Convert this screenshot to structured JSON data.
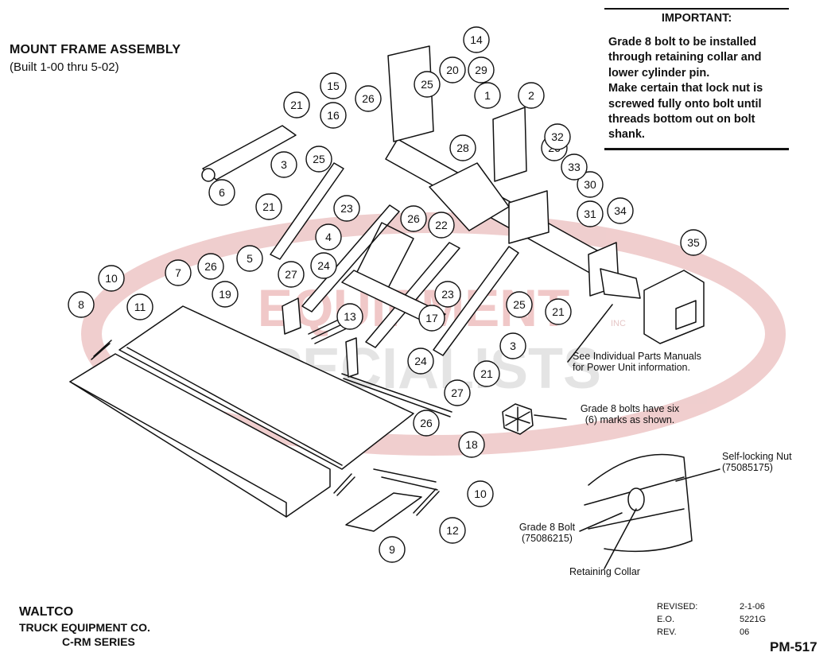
{
  "header": {
    "title": "MOUNT FRAME ASSEMBLY",
    "subtitle": "(Built 1-00 thru 5-02)"
  },
  "important": {
    "title": "IMPORTANT:",
    "lines": [
      "Grade 8 bolt to be installed",
      "through retaining collar and",
      "lower cylinder pin.",
      "Make certain that lock nut is",
      "screwed fully onto bolt until",
      "threads bottom out on bolt",
      "shank."
    ]
  },
  "notes": {
    "power_unit_1": "See Individual Parts Manuals",
    "power_unit_2": "for Power Unit information.",
    "grade8_marks_1": "Grade 8 bolts have six",
    "grade8_marks_2": "(6) marks as shown.",
    "self_locking_nut": "Self-locking Nut",
    "self_locking_nut_pn": "(75085175)",
    "grade8_bolt": "Grade 8 Bolt",
    "grade8_bolt_pn": "(75086215)",
    "retaining_collar": "Retaining Collar"
  },
  "watermark": {
    "line1": "EQUIPMENT",
    "line2": "SPECIALISTS",
    "inc": "INC",
    "red": "#e8b4b4",
    "gray": "#d8d8d8"
  },
  "footer": {
    "company": "WALTCO",
    "company_sub": "TRUCK EQUIPMENT CO.",
    "series": "C-RM SERIES",
    "revised_label": "REVISED:",
    "revised_value": "2-1-06",
    "eo_label": "E.O.",
    "eo_value": "5221G",
    "rev_label": "REV.",
    "rev_value": "06",
    "page_code": "PM-517"
  },
  "callouts": [
    {
      "id": "1",
      "label": "1"
    },
    {
      "id": "2",
      "label": "2"
    },
    {
      "id": "3a",
      "label": "3"
    },
    {
      "id": "3b",
      "label": "3"
    },
    {
      "id": "4",
      "label": "4"
    },
    {
      "id": "5",
      "label": "5"
    },
    {
      "id": "6",
      "label": "6"
    },
    {
      "id": "7",
      "label": "7"
    },
    {
      "id": "8",
      "label": "8"
    },
    {
      "id": "9",
      "label": "9"
    },
    {
      "id": "10a",
      "label": "10"
    },
    {
      "id": "10b",
      "label": "10"
    },
    {
      "id": "11",
      "label": "11"
    },
    {
      "id": "12",
      "label": "12"
    },
    {
      "id": "13",
      "label": "13"
    },
    {
      "id": "14",
      "label": "14"
    },
    {
      "id": "15",
      "label": "15"
    },
    {
      "id": "16",
      "label": "16"
    },
    {
      "id": "17",
      "label": "17"
    },
    {
      "id": "18",
      "label": "18"
    },
    {
      "id": "19",
      "label": "19"
    },
    {
      "id": "20",
      "label": "20"
    },
    {
      "id": "21a",
      "label": "21"
    },
    {
      "id": "21b",
      "label": "21"
    },
    {
      "id": "21c",
      "label": "21"
    },
    {
      "id": "21d",
      "label": "21"
    },
    {
      "id": "22",
      "label": "22"
    },
    {
      "id": "23a",
      "label": "23"
    },
    {
      "id": "23b",
      "label": "23"
    },
    {
      "id": "24a",
      "label": "24"
    },
    {
      "id": "24b",
      "label": "24"
    },
    {
      "id": "25a",
      "label": "25"
    },
    {
      "id": "25b",
      "label": "25"
    },
    {
      "id": "25c",
      "label": "25"
    },
    {
      "id": "26a",
      "label": "26"
    },
    {
      "id": "26b",
      "label": "26"
    },
    {
      "id": "26c",
      "label": "26"
    },
    {
      "id": "26d",
      "label": "26"
    },
    {
      "id": "26e",
      "label": "26"
    },
    {
      "id": "27a",
      "label": "27"
    },
    {
      "id": "27b",
      "label": "27"
    },
    {
      "id": "28",
      "label": "28"
    },
    {
      "id": "29",
      "label": "29"
    },
    {
      "id": "30",
      "label": "30"
    },
    {
      "id": "31",
      "label": "31"
    },
    {
      "id": "32",
      "label": "32"
    },
    {
      "id": "33",
      "label": "33"
    },
    {
      "id": "34",
      "label": "34"
    },
    {
      "id": "35",
      "label": "35"
    }
  ]
}
